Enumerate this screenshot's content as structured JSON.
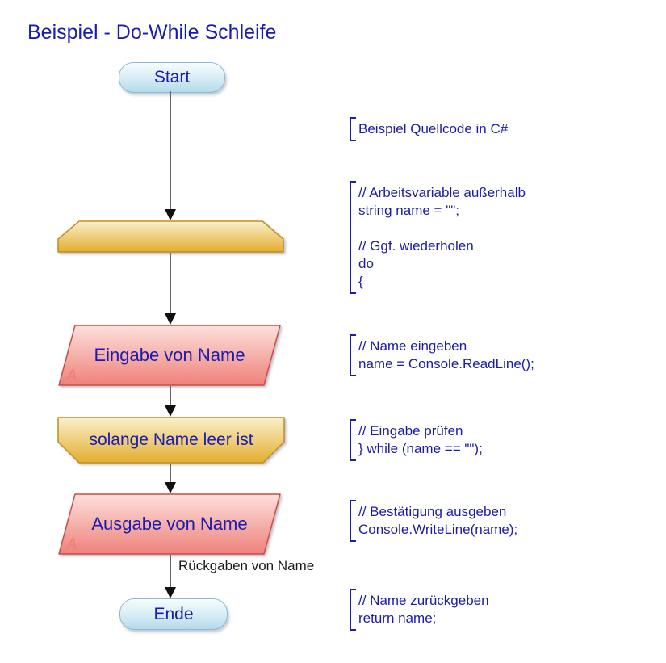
{
  "title": "Beispiel - Do-While Schleife",
  "flowchart": {
    "start_label": "Start",
    "loop_begin_label": "",
    "input_label": "Eingabe von Name",
    "loop_end_label": "solange Name leer ist",
    "output_label": "Ausgabe von Name",
    "edge_label": "Rückgaben von Name",
    "end_label": "Ende",
    "io_marker": "A"
  },
  "colors": {
    "title_text": "#1A1AB5",
    "node_text": "#1B1BAD",
    "code_text": "#1B1BAD",
    "edge_label_text": "#1a1a1a",
    "terminal_fill_top": "#F7FCFE",
    "terminal_fill_bottom": "#B4DAE9",
    "terminal_border": "#8CB9CF",
    "loop_fill_top": "#F9F0CB",
    "loop_fill_bottom": "#E3AD30",
    "loop_border": "#C18F1E",
    "io_fill_top": "#FCE0DC",
    "io_fill_bottom": "#EF817A",
    "io_border": "#D04B43",
    "io_marker_color": "#EE837B"
  },
  "code_blocks": [
    {
      "lines": [
        "Beispiel Quellcode in C#"
      ]
    },
    {
      "lines": [
        "// Arbeitsvariable außerhalb",
        "string name = \"\";",
        "",
        "// Ggf. wiederholen",
        "do",
        "{"
      ]
    },
    {
      "lines": [
        "// Name eingeben",
        "name = Console.ReadLine();"
      ]
    },
    {
      "lines": [
        "// Eingabe prüfen",
        "} while (name == \"\");"
      ]
    },
    {
      "lines": [
        "// Bestätigung ausgeben",
        "Console.WriteLine(name);"
      ]
    },
    {
      "lines": [
        "// Name zurückgeben",
        "return name;"
      ]
    }
  ]
}
